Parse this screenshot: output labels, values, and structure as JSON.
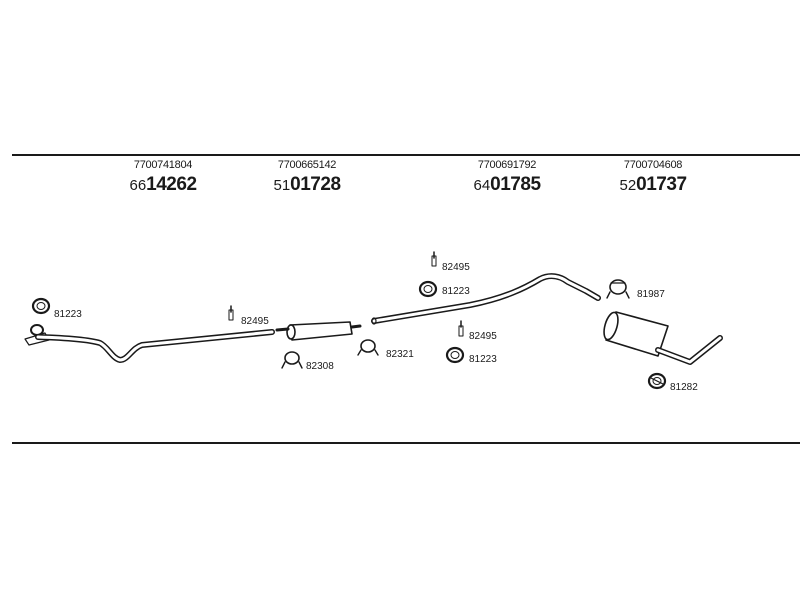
{
  "groups": [
    {
      "oe_number": "7700741804",
      "prefix": "66",
      "main": "14262"
    },
    {
      "oe_number": "7700665142",
      "prefix": "51",
      "main": "01728"
    },
    {
      "oe_number": "7700691792",
      "prefix": "64",
      "main": "01785"
    },
    {
      "oe_number": "7700704608",
      "prefix": "52",
      "main": "01737"
    }
  ],
  "parts": {
    "ring_left": "81223",
    "hanger_front_pipe": "82495",
    "clamp_front_silencer": "82308",
    "clamp_mid": "82321",
    "hanger_top": "82495",
    "ring_top": "81223",
    "hanger_mid": "82495",
    "ring_mid": "81223",
    "clamp_rear": "81987",
    "ring_rear": "81282"
  }
}
